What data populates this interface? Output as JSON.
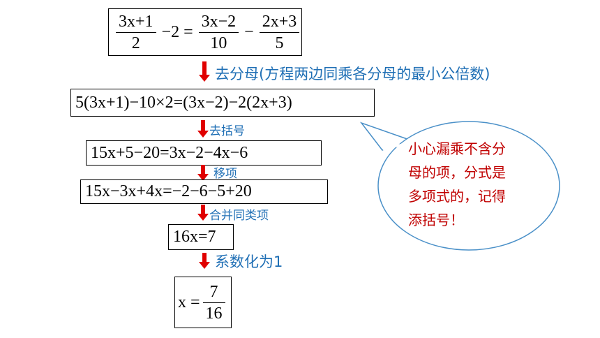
{
  "steps": {
    "eq1": {
      "f1_num": "3x+1",
      "f1_den": "2",
      "mid": "−2 =",
      "f2_num": "3x−2",
      "f2_den": "10",
      "minus": "−",
      "f3_num": "2x+3",
      "f3_den": "5"
    },
    "label1": "去分母(方程两边同乘各分母的最小公倍数)",
    "eq2": "5(3x+1)−10×2=(3x−2)−2(2x+3)",
    "label2": "去括号",
    "eq3": "15x+5−20=3x−2−4x−6",
    "label3": "移项",
    "eq4": "15x−3x+4x=−2−6−5+20",
    "label4": "合并同类项",
    "eq5": "16x=7",
    "label5": "系数化为1",
    "eq6": {
      "lhs": "x =",
      "num": "7",
      "den": "16"
    }
  },
  "callout": {
    "lines": [
      "小心漏乘不含分",
      "母的项，分式是",
      "多项式的，记得",
      "添括号！"
    ]
  },
  "colors": {
    "arrow": "#e00000",
    "label": "#1f6fb5",
    "callout_text": "#c00000",
    "callout_border": "#4a90c8"
  }
}
